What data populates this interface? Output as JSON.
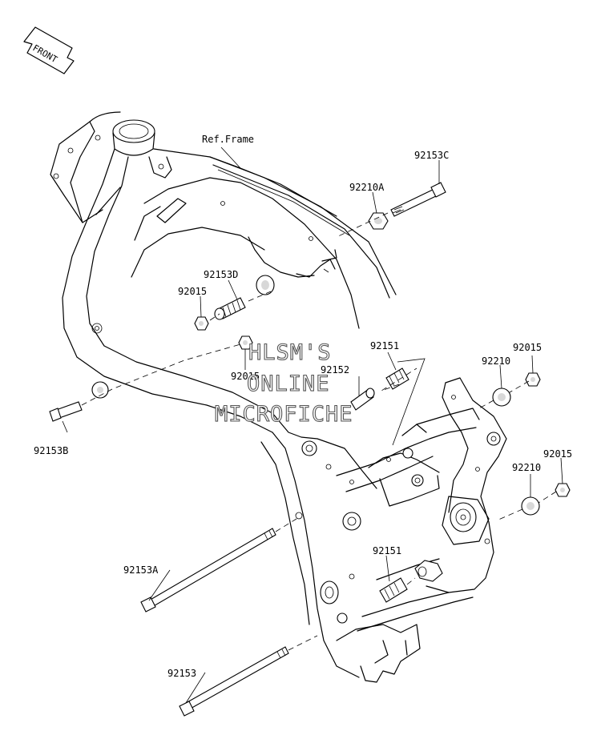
{
  "front_arrow": {
    "text": "FRONT"
  },
  "reference": {
    "frame": "Ref.Frame"
  },
  "callouts": {
    "p92153C": "92153C",
    "p92210A": "92210A",
    "p92153D": "92153D",
    "p92015_upper": "92015",
    "p92015_mid": "92015",
    "p92153B": "92153B",
    "p92151_upper": "92151",
    "p92152": "92152",
    "p92015_right_top": "92015",
    "p92210_right_top": "92210",
    "p92015_right_low": "92015",
    "p92210_right_low": "92210",
    "p92153A": "92153A",
    "p92151_lower": "92151",
    "p92153": "92153"
  },
  "watermark": {
    "line1": "HLSM'S",
    "line2": "ONLINE",
    "line3": "MICROFICHE"
  }
}
